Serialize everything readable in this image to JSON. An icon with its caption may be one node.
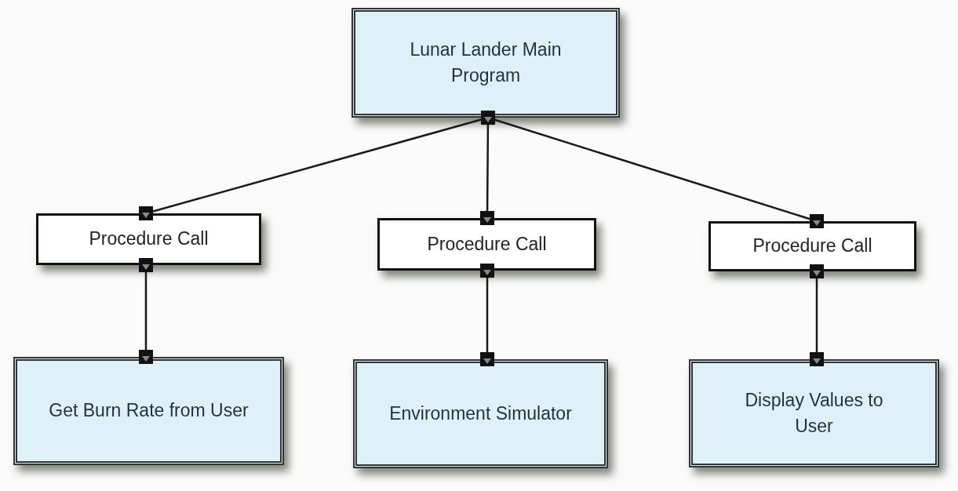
{
  "diagram": {
    "nodes": [
      {
        "text": [
          "Lunar Lander Main Program"
        ]
      },
      {
        "text": [
          "Procedure Call"
        ]
      },
      {
        "text": [
          "Procedure Call"
        ]
      },
      {
        "text": [
          "Procedure Call"
        ]
      },
      {
        "text": [
          "Get Burn Rate from User"
        ]
      },
      {
        "text": [
          "Environment Simulator"
        ]
      },
      {
        "text": [
          "Display Values to User"
        ]
      }
    ],
    "edges": [
      {
        "from": 0,
        "to": 1,
        "arrow": "other"
      },
      {
        "from": 0,
        "to": 2,
        "arrow": "other"
      },
      {
        "from": 0,
        "to": 3,
        "arrow": "other"
      },
      {
        "from": 1,
        "to": 4,
        "arrow": "other"
      },
      {
        "from": 2,
        "to": 5,
        "arrow": "other"
      },
      {
        "from": 3,
        "to": 6,
        "arrow": "other"
      }
    ]
  }
}
